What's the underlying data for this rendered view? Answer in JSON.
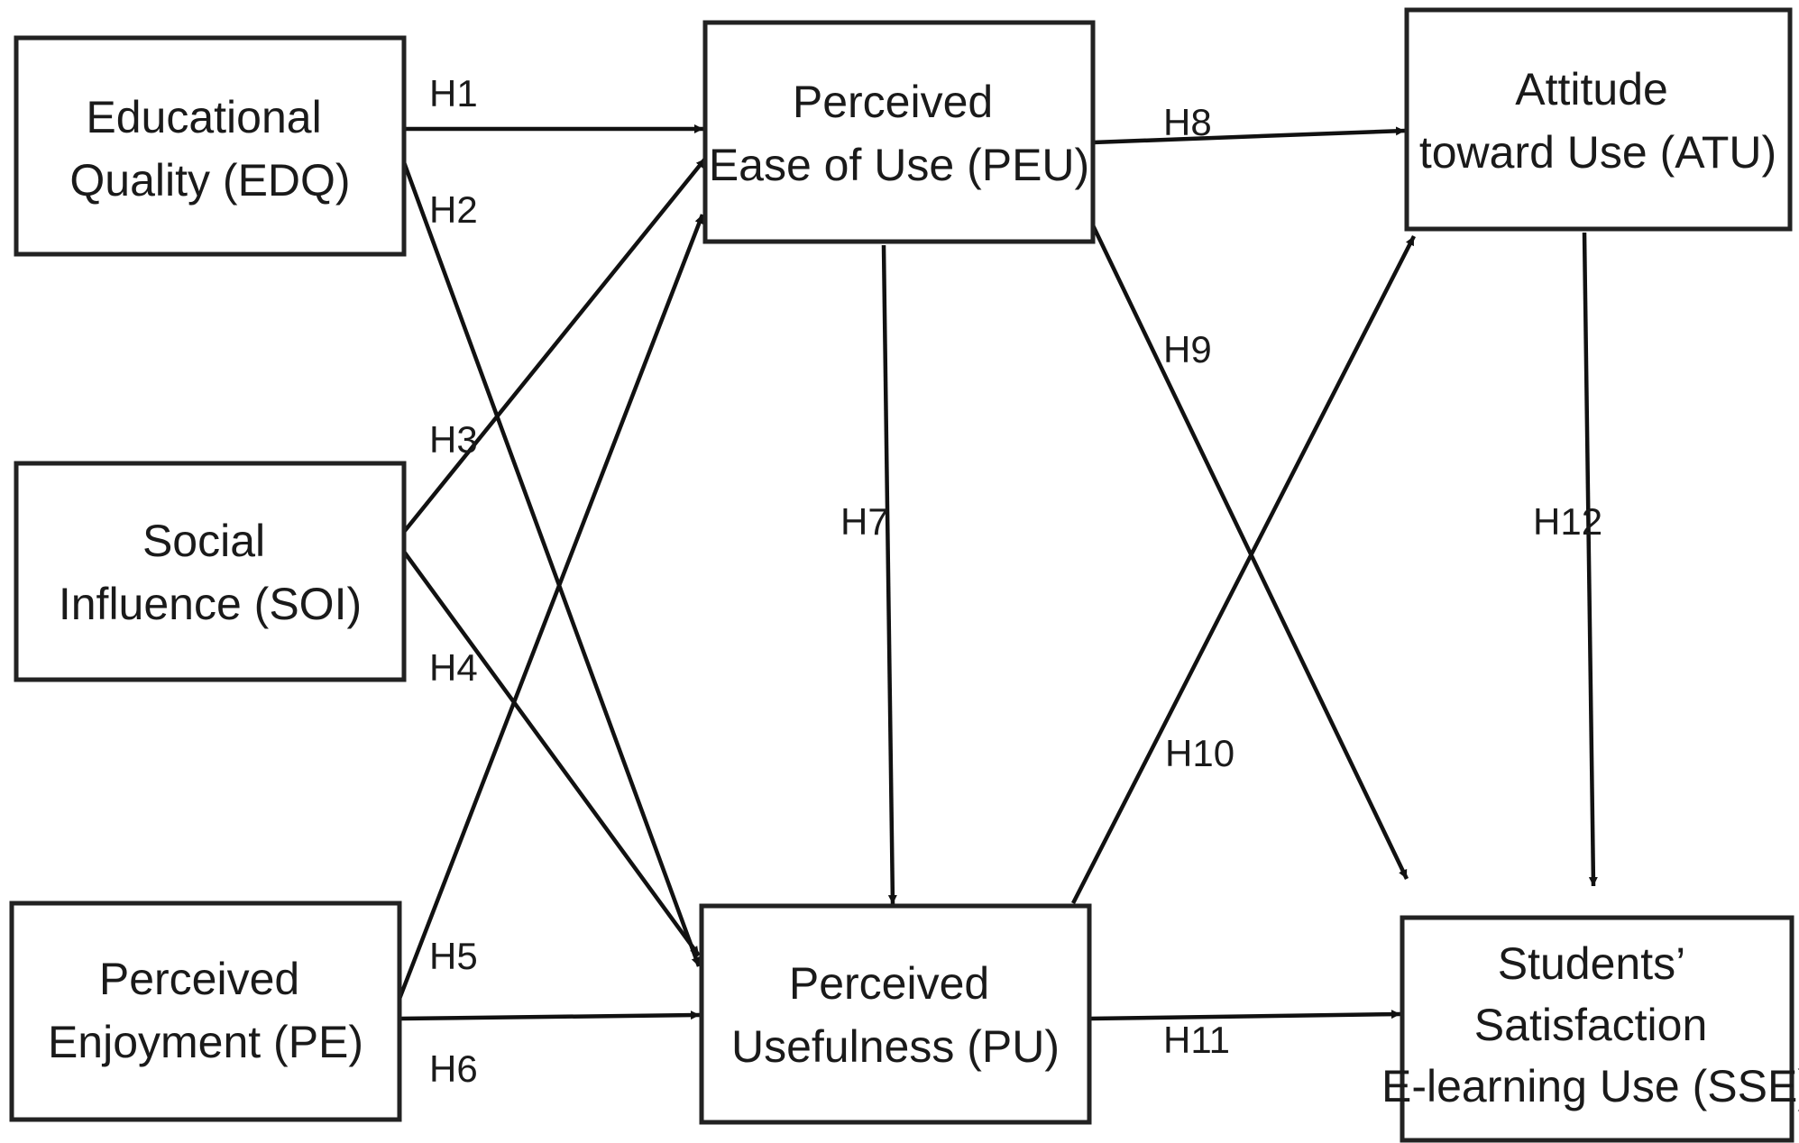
{
  "nodes": {
    "edq": {
      "lines": [
        "Educational",
        "Quality (EDQ)"
      ]
    },
    "soi": {
      "lines": [
        "Social",
        "Influence (SOI)"
      ]
    },
    "pe": {
      "lines": [
        "Perceived",
        "Enjoyment (PE)"
      ]
    },
    "peu": {
      "lines": [
        "Perceived",
        "Ease of Use (PEU)"
      ]
    },
    "pu": {
      "lines": [
        "Perceived",
        "Usefulness (PU)"
      ]
    },
    "atu": {
      "lines": [
        "Attitude",
        "toward Use (ATU)"
      ]
    },
    "sse": {
      "lines": [
        "Students’",
        "Satisfaction",
        "E-learning Use (SSE)"
      ]
    }
  },
  "edges": [
    {
      "id": "h1",
      "label": "H1",
      "from": "edq",
      "to": "peu"
    },
    {
      "id": "h2",
      "label": "H2",
      "from": "edq",
      "to": "pu"
    },
    {
      "id": "h3",
      "label": "H3",
      "from": "soi",
      "to": "peu"
    },
    {
      "id": "h4",
      "label": "H4",
      "from": "soi",
      "to": "pu"
    },
    {
      "id": "h5",
      "label": "H5",
      "from": "pe",
      "to": "peu"
    },
    {
      "id": "h6",
      "label": "H6",
      "from": "pe",
      "to": "pu"
    },
    {
      "id": "h7",
      "label": "H7",
      "from": "peu",
      "to": "pu"
    },
    {
      "id": "h8",
      "label": "H8",
      "from": "peu",
      "to": "atu"
    },
    {
      "id": "h9",
      "label": "H9",
      "from": "peu",
      "to": "sse"
    },
    {
      "id": "h10",
      "label": "H10",
      "from": "pu",
      "to": "atu"
    },
    {
      "id": "h11",
      "label": "H11",
      "from": "pu",
      "to": "sse"
    },
    {
      "id": "h12",
      "label": "H12",
      "from": "atu",
      "to": "sse"
    }
  ]
}
